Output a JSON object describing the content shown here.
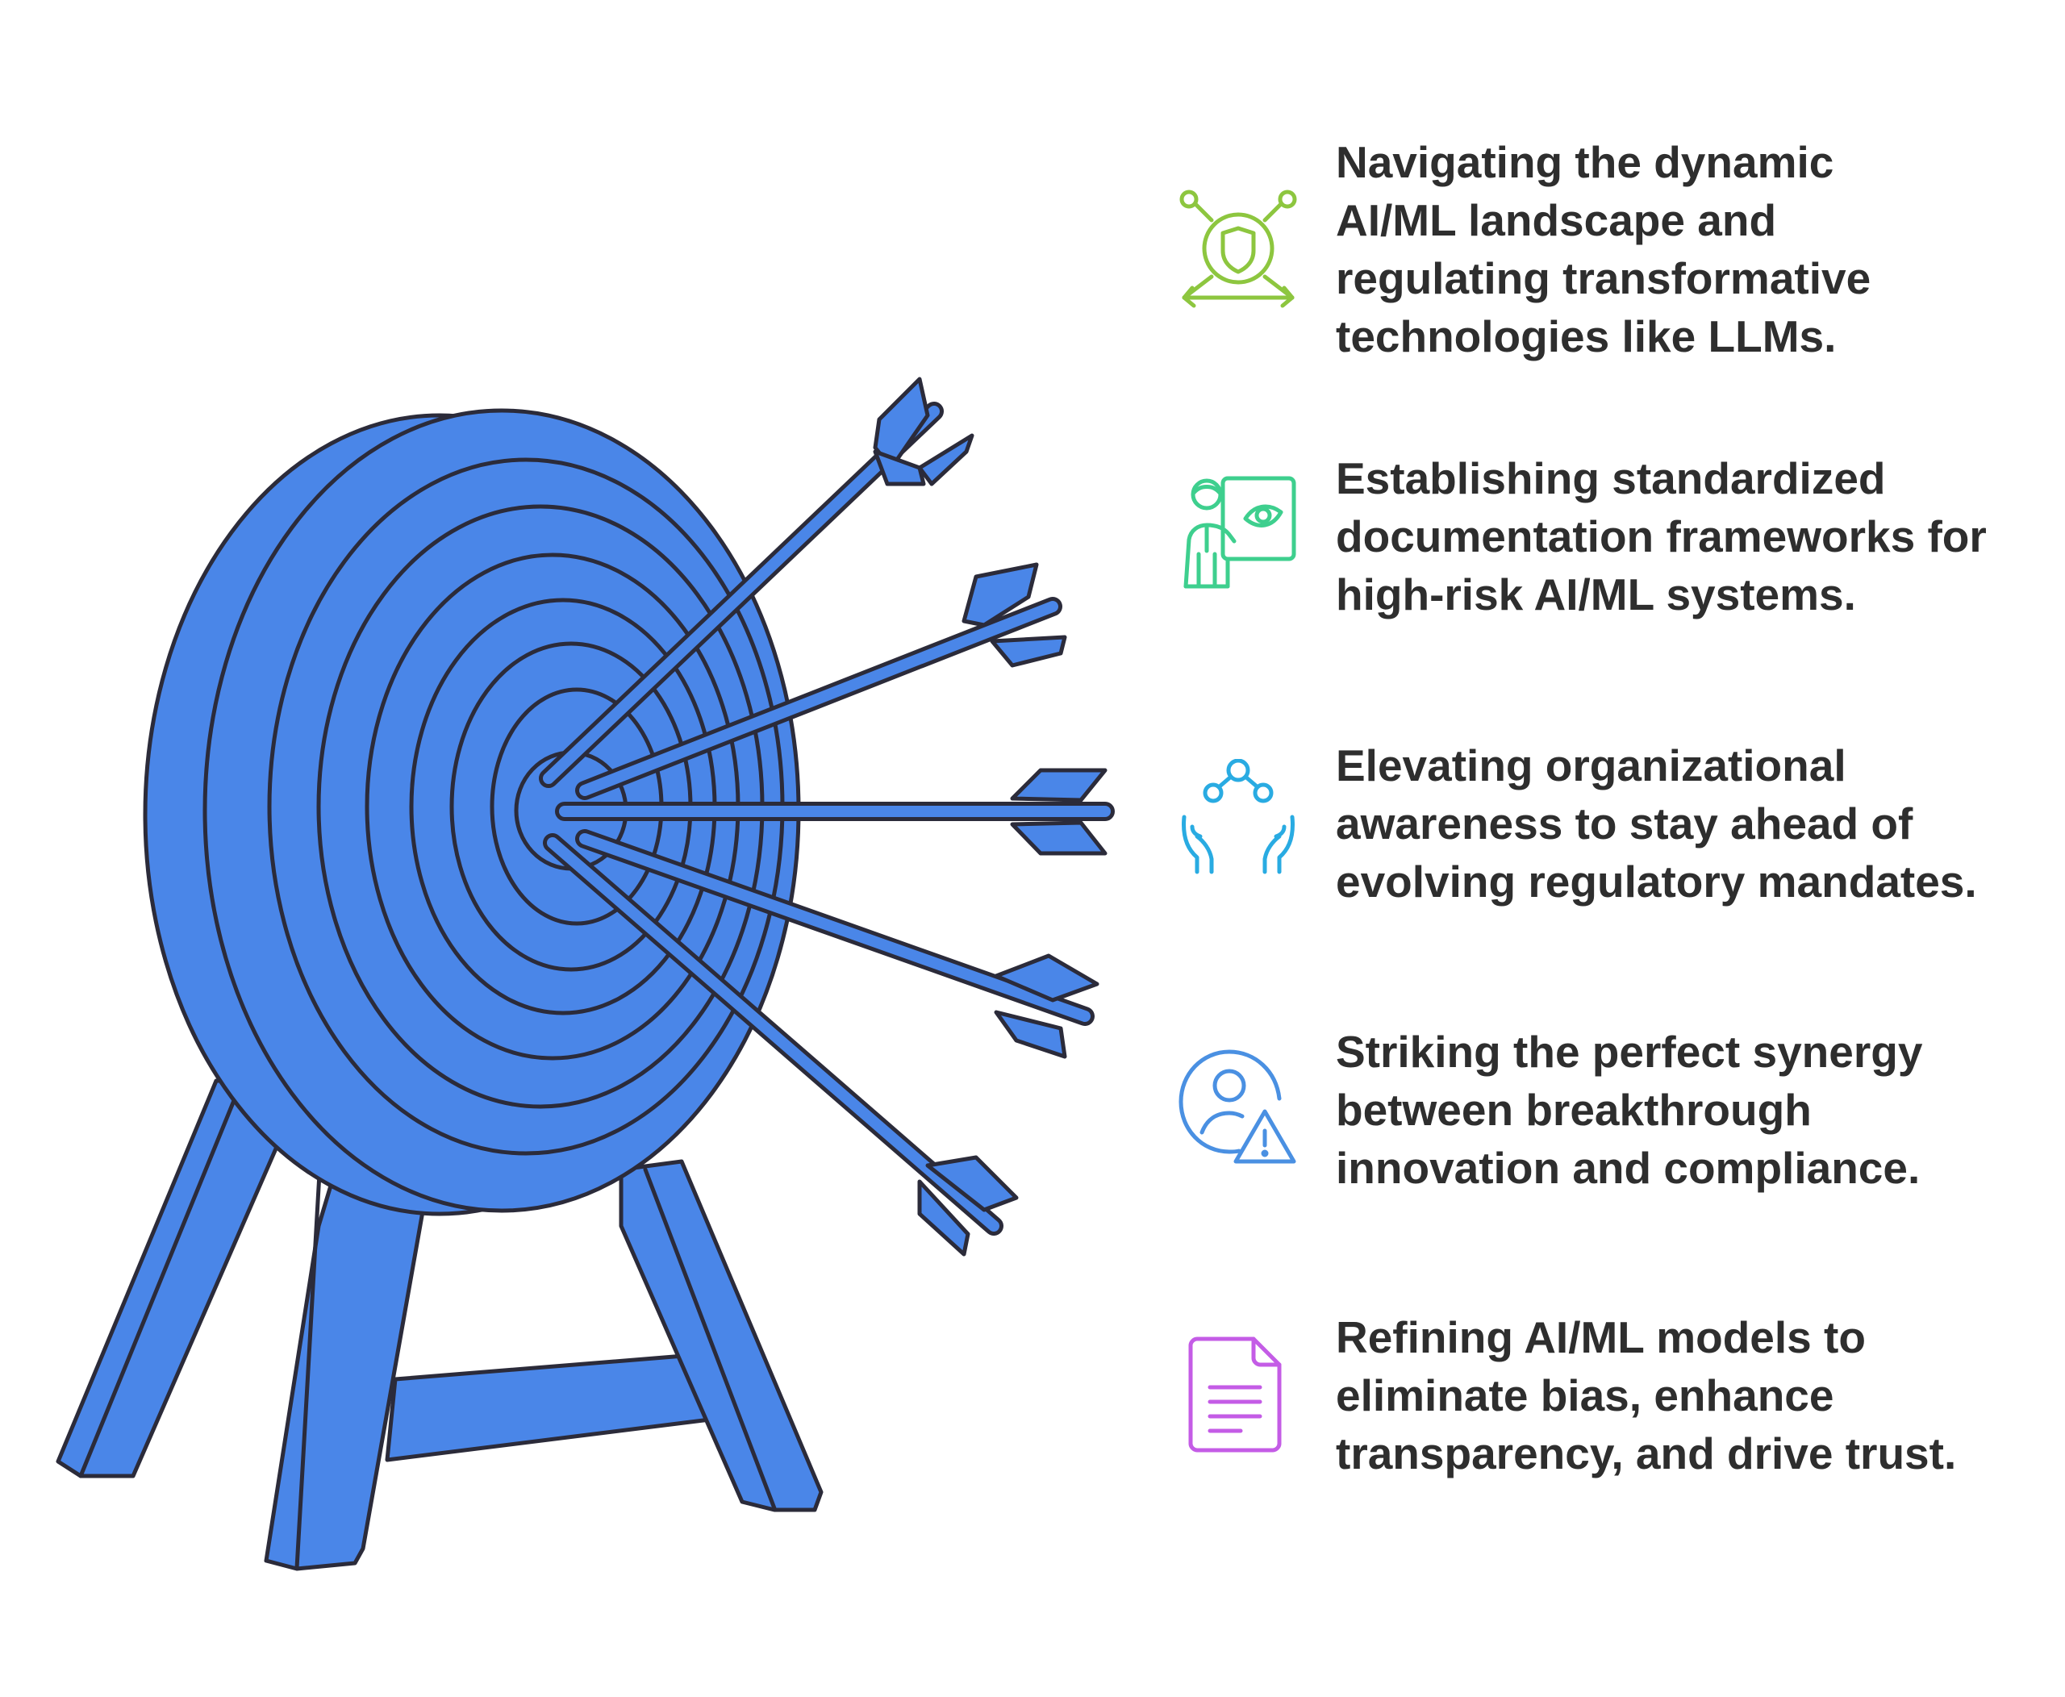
{
  "items": [
    {
      "text": "Navigating the dynamic\nAI/ML landscape and\nregulating transformative\ntechnologies like LLMs.",
      "icon": "shield-network-icon",
      "color": "#8dc63f"
    },
    {
      "text": " Establishing standardized\ndocumentation frameworks for\nhigh-risk AI/ML systems.",
      "icon": "presenter-vision-icon",
      "color": "#3ecf8e"
    },
    {
      "text": "Elevating organizational\nawareness to stay ahead of\nevolving regulatory mandates.",
      "icon": "hands-network-icon",
      "color": "#29abe2"
    },
    {
      "text": "Striking the perfect synergy\nbetween breakthrough\ninnovation and compliance.",
      "icon": "user-warning-icon",
      "color": "#4a90e2"
    },
    {
      "text": "Refining AI/ML models to\neliminate bias, enhance\ntransparency, and drive trust.",
      "icon": "document-icon",
      "color": "#c45ce6"
    }
  ],
  "target": {
    "icon": "archery-target-icon",
    "fill_color": "#4a86e8",
    "outline_color": "#2b2b3a"
  }
}
